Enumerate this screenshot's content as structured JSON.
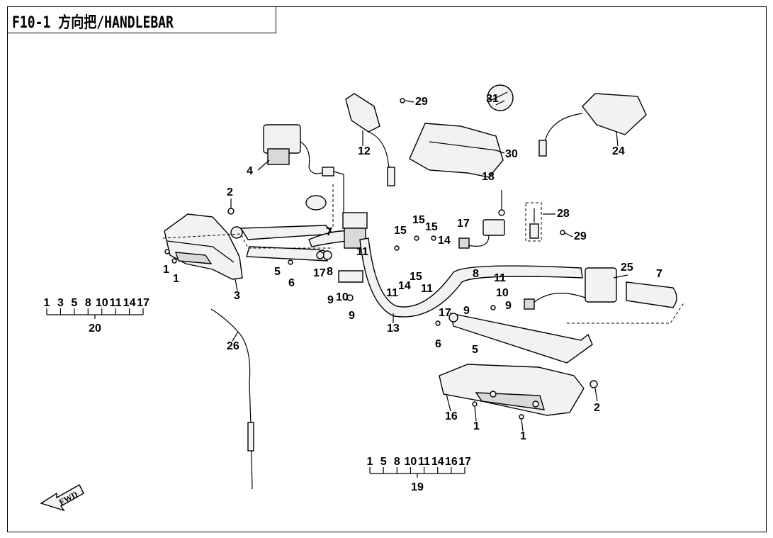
{
  "title": "F10-1 方向把/HANDLEBAR",
  "fwd_arrow_label": "FWD",
  "callouts": [
    {
      "id": "c1a",
      "text": "1"
    },
    {
      "id": "c1b",
      "text": "1"
    },
    {
      "id": "c1c",
      "text": "1"
    },
    {
      "id": "c1d",
      "text": "1"
    },
    {
      "id": "c2a",
      "text": "2"
    },
    {
      "id": "c2b",
      "text": "2"
    },
    {
      "id": "c3",
      "text": "3"
    },
    {
      "id": "c4",
      "text": "4"
    },
    {
      "id": "c5a",
      "text": "5"
    },
    {
      "id": "c5b",
      "text": "5"
    },
    {
      "id": "c6a",
      "text": "6"
    },
    {
      "id": "c6b",
      "text": "6"
    },
    {
      "id": "c7a",
      "text": "7"
    },
    {
      "id": "c7b",
      "text": "7"
    },
    {
      "id": "c8a",
      "text": "8"
    },
    {
      "id": "c8b",
      "text": "8"
    },
    {
      "id": "c9a",
      "text": "9"
    },
    {
      "id": "c9b",
      "text": "9"
    },
    {
      "id": "c9c",
      "text": "9"
    },
    {
      "id": "c9d",
      "text": "9"
    },
    {
      "id": "c10a",
      "text": "10"
    },
    {
      "id": "c10b",
      "text": "10"
    },
    {
      "id": "c11a",
      "text": "11"
    },
    {
      "id": "c11b",
      "text": "11"
    },
    {
      "id": "c11c",
      "text": "11"
    },
    {
      "id": "c11d",
      "text": "11"
    },
    {
      "id": "c12",
      "text": "12"
    },
    {
      "id": "c13",
      "text": "13"
    },
    {
      "id": "c14a",
      "text": "14"
    },
    {
      "id": "c14b",
      "text": "14"
    },
    {
      "id": "c15a",
      "text": "15"
    },
    {
      "id": "c15b",
      "text": "15"
    },
    {
      "id": "c15c",
      "text": "15"
    },
    {
      "id": "c15d",
      "text": "15"
    },
    {
      "id": "c16",
      "text": "16"
    },
    {
      "id": "c17a",
      "text": "17"
    },
    {
      "id": "c17b",
      "text": "17"
    },
    {
      "id": "c17c",
      "text": "17"
    },
    {
      "id": "c18",
      "text": "18"
    },
    {
      "id": "c24",
      "text": "24"
    },
    {
      "id": "c25",
      "text": "25"
    },
    {
      "id": "c26",
      "text": "26"
    },
    {
      "id": "c28",
      "text": "28"
    },
    {
      "id": "c29a",
      "text": "29"
    },
    {
      "id": "c29b",
      "text": "29"
    },
    {
      "id": "c30",
      "text": "30"
    },
    {
      "id": "c31",
      "text": "31"
    }
  ],
  "assemblies": [
    {
      "id": "asm20",
      "number": "20",
      "members": [
        "1",
        "3",
        "5",
        "8",
        "10",
        "11",
        "14",
        "17"
      ]
    },
    {
      "id": "asm19",
      "number": "19",
      "members": [
        "1",
        "5",
        "8",
        "10",
        "11",
        "14",
        "16",
        "17"
      ]
    }
  ]
}
